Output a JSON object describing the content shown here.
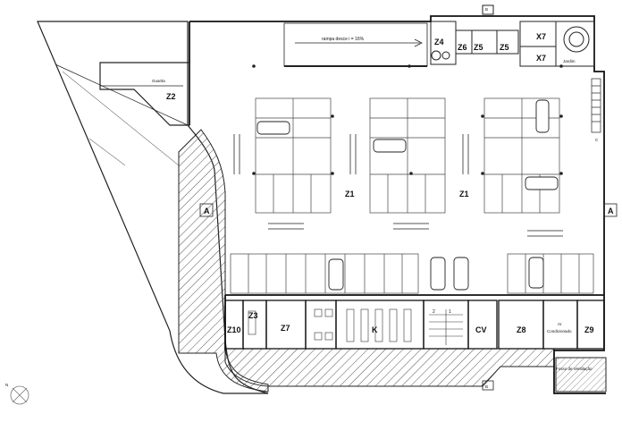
{
  "plan": {
    "ramp_label": "rampa desce i = 16%",
    "guard_label": "Guarita",
    "garden_label": "Jardim",
    "vent_label": "Fosso de Ventilação",
    "ac_label_1": "Ar",
    "ac_label_2": "Condicionado",
    "stair_numbers": [
      "2",
      "1"
    ],
    "section_marks": {
      "left": "A",
      "right": "A",
      "top": "B",
      "bottom": "B",
      "side": "C"
    },
    "zones": {
      "z1_left": "Z1",
      "z1_right": "Z1",
      "z2": "Z2",
      "z3": "Z3",
      "z4": "Z4",
      "z5a": "Z5",
      "z5b": "Z5",
      "z6": "Z6",
      "z7": "Z7",
      "z7_top": "X7",
      "z7_mid": "X7",
      "z8": "Z8",
      "z9": "Z9",
      "z10": "Z10",
      "k": "K",
      "cv": "CV"
    },
    "north_label": "N"
  }
}
